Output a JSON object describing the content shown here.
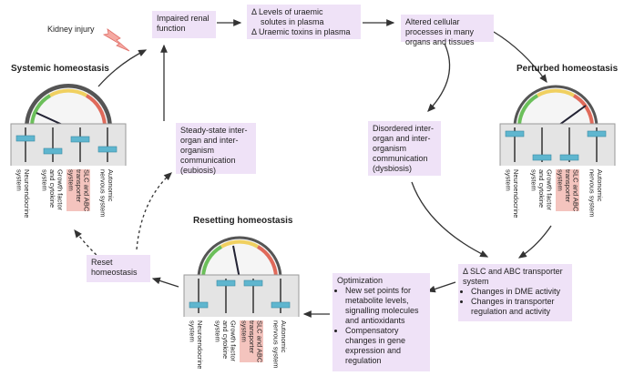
{
  "kidney_injury": "Kidney injury",
  "titles": {
    "systemic": "Systemic homeostasis",
    "perturbed": "Perturbed homeostasis",
    "resetting": "Resetting homeostasis"
  },
  "boxes": {
    "impaired": "Impaired renal function",
    "uraemic_line1": "Δ Levels of uraemic",
    "uraemic_line2": "solutes in plasma",
    "uraemic_line3": "Δ Uraemic toxins in plasma",
    "altered": "Altered cellular processes in many organs and tissues",
    "steady": "Steady-state inter-organ and inter-organism communication (eubiosis)",
    "disordered": "Disordered inter-organ and inter-organism communication (dysbiosis)",
    "reset": "Reset homeostasis",
    "delta_slc_title": "Δ SLC and ABC transporter system",
    "delta_slc_items": [
      "Changes in DME activity",
      "Changes in transporter regulation and activity"
    ],
    "optimization_title": "Optimization",
    "optimization_items": [
      "New set points for metabolite levels, signalling molecules and antioxidants",
      "Compensatory changes in gene expression and regulation"
    ]
  },
  "slider_labels": [
    "Neuroendocrine\nsystem",
    "Growth factor\nand cytokine\nsystem",
    "SLC and ABC\ntransporter\nsystem",
    "Autonomic\nnervous system"
  ],
  "colors": {
    "box_fill": "#efe2f7",
    "highlight": "#f4c4be",
    "panel": "#e4e4e4",
    "knob": "#5fb6cf",
    "arrow": "#333333"
  }
}
